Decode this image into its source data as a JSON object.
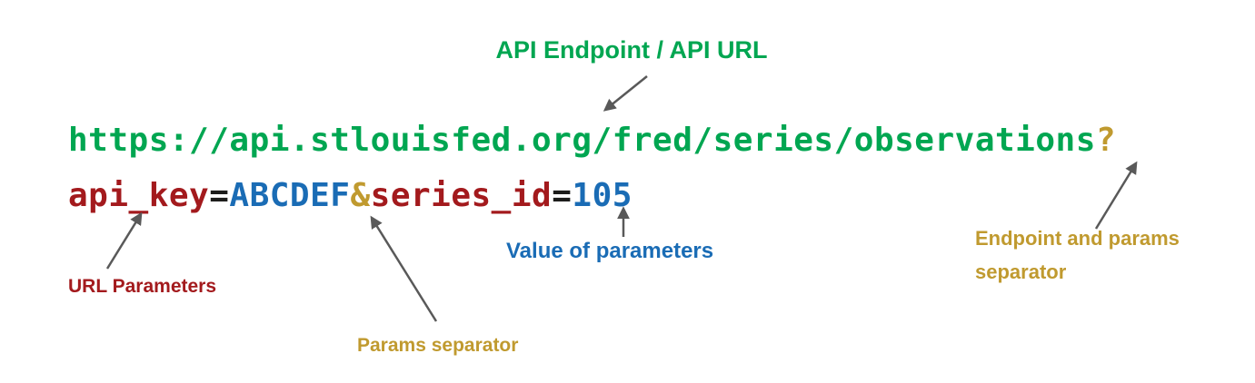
{
  "colors": {
    "green": "#00a651",
    "red": "#a31a1d",
    "blue": "#1a6cb5",
    "gold": "#c09a2f",
    "black": "#1d1d1b",
    "arrow": "#595959"
  },
  "annotations": {
    "endpoint": "API Endpoint / API URL",
    "url_parameters": "URL Parameters",
    "params_separator": "Params separator",
    "value_of_parameters": "Value of parameters",
    "endpoint_params_separator": "Endpoint and params separator"
  },
  "url": {
    "line1": [
      {
        "text": "https://api.stlouisfed.org/fred/series/observations",
        "color": "green"
      },
      {
        "text": "?",
        "color": "gold"
      }
    ],
    "line2": [
      {
        "text": "api_key",
        "color": "red"
      },
      {
        "text": "=",
        "color": "black"
      },
      {
        "text": "ABCDEF",
        "color": "blue"
      },
      {
        "text": "&",
        "color": "gold"
      },
      {
        "text": "series_id",
        "color": "red"
      },
      {
        "text": "=",
        "color": "black"
      },
      {
        "text": "105",
        "color": "blue"
      }
    ]
  }
}
